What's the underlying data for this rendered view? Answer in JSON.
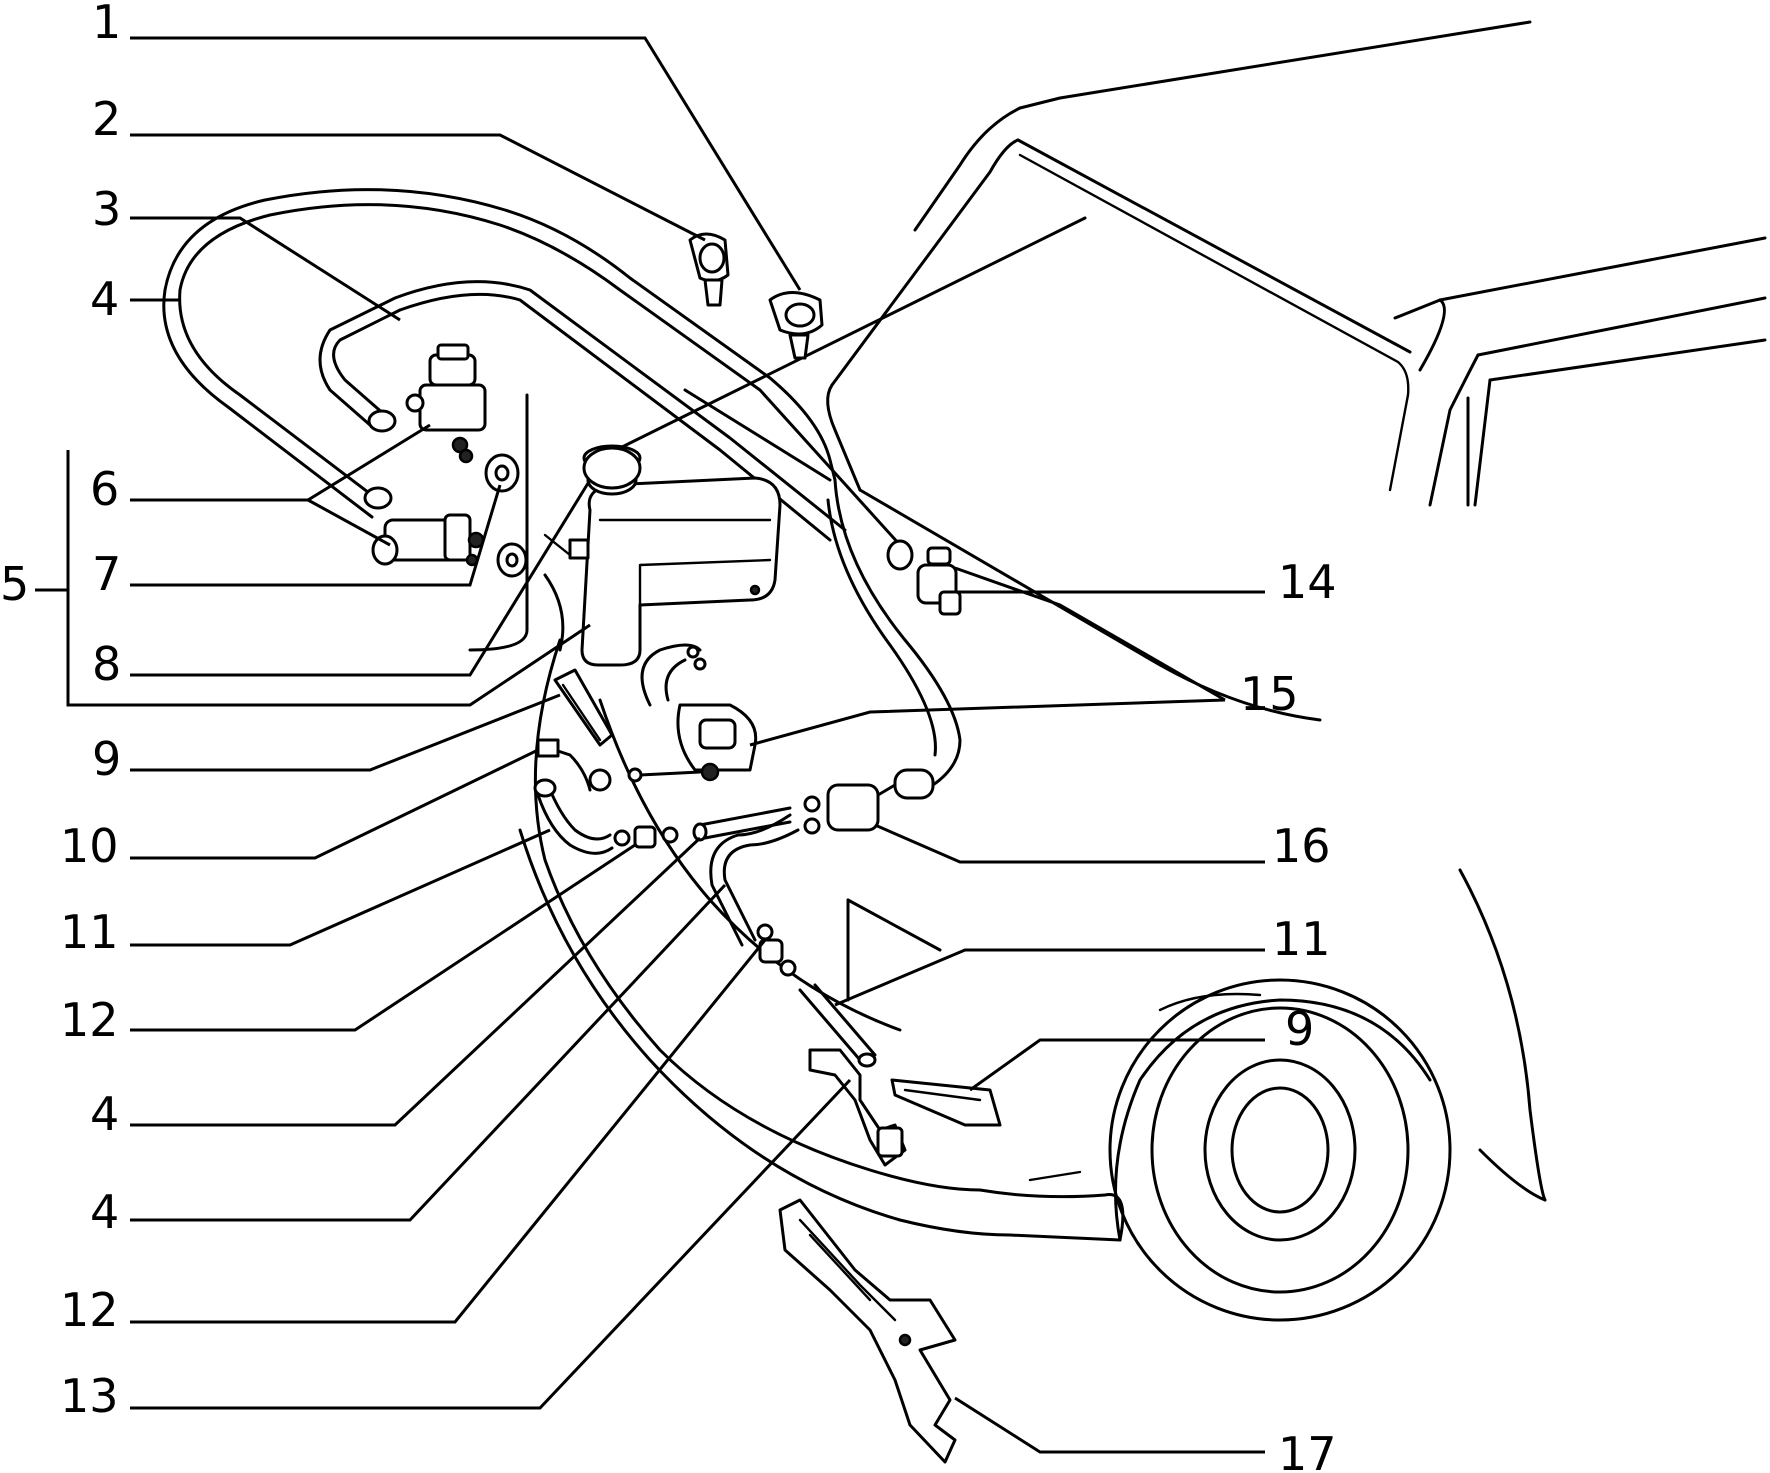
{
  "diagram": {
    "callouts": [
      {
        "id": "c1",
        "label": "1"
      },
      {
        "id": "c2",
        "label": "2"
      },
      {
        "id": "c3",
        "label": "3"
      },
      {
        "id": "c4a",
        "label": "4"
      },
      {
        "id": "c5",
        "label": "5"
      },
      {
        "id": "c6",
        "label": "6"
      },
      {
        "id": "c7",
        "label": "7"
      },
      {
        "id": "c8",
        "label": "8"
      },
      {
        "id": "c9a",
        "label": "9"
      },
      {
        "id": "c10",
        "label": "10"
      },
      {
        "id": "c11a",
        "label": "11"
      },
      {
        "id": "c12a",
        "label": "12"
      },
      {
        "id": "c4b",
        "label": "4"
      },
      {
        "id": "c4c",
        "label": "4"
      },
      {
        "id": "c12b",
        "label": "12"
      },
      {
        "id": "c13",
        "label": "13"
      },
      {
        "id": "c14",
        "label": "14"
      },
      {
        "id": "c15",
        "label": "15"
      },
      {
        "id": "c16",
        "label": "16"
      },
      {
        "id": "c11b",
        "label": "11"
      },
      {
        "id": "c9b",
        "label": "9"
      },
      {
        "id": "c17",
        "label": "17"
      }
    ],
    "colors": {
      "ink": "#000000",
      "paper": "#ffffff"
    }
  }
}
